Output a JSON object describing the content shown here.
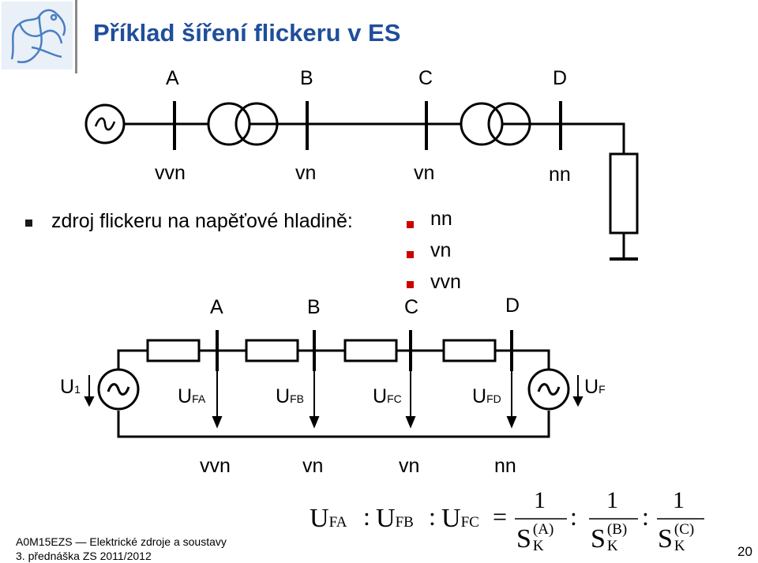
{
  "title": "Příklad šíření flickeru v ES",
  "top_diagram": {
    "bus_labels": [
      "A",
      "B",
      "C",
      "D"
    ],
    "level_labels": [
      "vvn",
      "vn",
      "vn",
      "nn"
    ]
  },
  "bullet": {
    "text": "zdroj flickeru na napěťové hladině:",
    "options": [
      "nn",
      "vn",
      "vvn"
    ]
  },
  "bottom_diagram": {
    "bus_labels": [
      "A",
      "B",
      "C",
      "D"
    ],
    "source_left": "U",
    "source_left_sub": "1",
    "source_right": "U",
    "source_right_sub": "F",
    "voltages": [
      {
        "main": "U",
        "sub": "FA"
      },
      {
        "main": "U",
        "sub": "FB"
      },
      {
        "main": "U",
        "sub": "FC"
      },
      {
        "main": "U",
        "sub": "FD"
      }
    ],
    "level_labels": [
      "vvn",
      "vn",
      "vn",
      "nn"
    ]
  },
  "formula": {
    "u": "U",
    "subs": [
      "FA",
      "FB",
      "FC"
    ],
    "colon": ":",
    "equals": "=",
    "one": "1",
    "s": "S",
    "s_sub": "K",
    "s_sups": [
      "(A)",
      "(B)",
      "(C)"
    ]
  },
  "footer": {
    "course": "A0M15EZS — Elektrické zdroje a soustavy",
    "lecture": "3. přednáška ZS 2011/2012",
    "page": "20"
  },
  "colors": {
    "title": "#1f4e9b",
    "bullet_red": "#cc0000",
    "logo": "#4a7fc1"
  }
}
